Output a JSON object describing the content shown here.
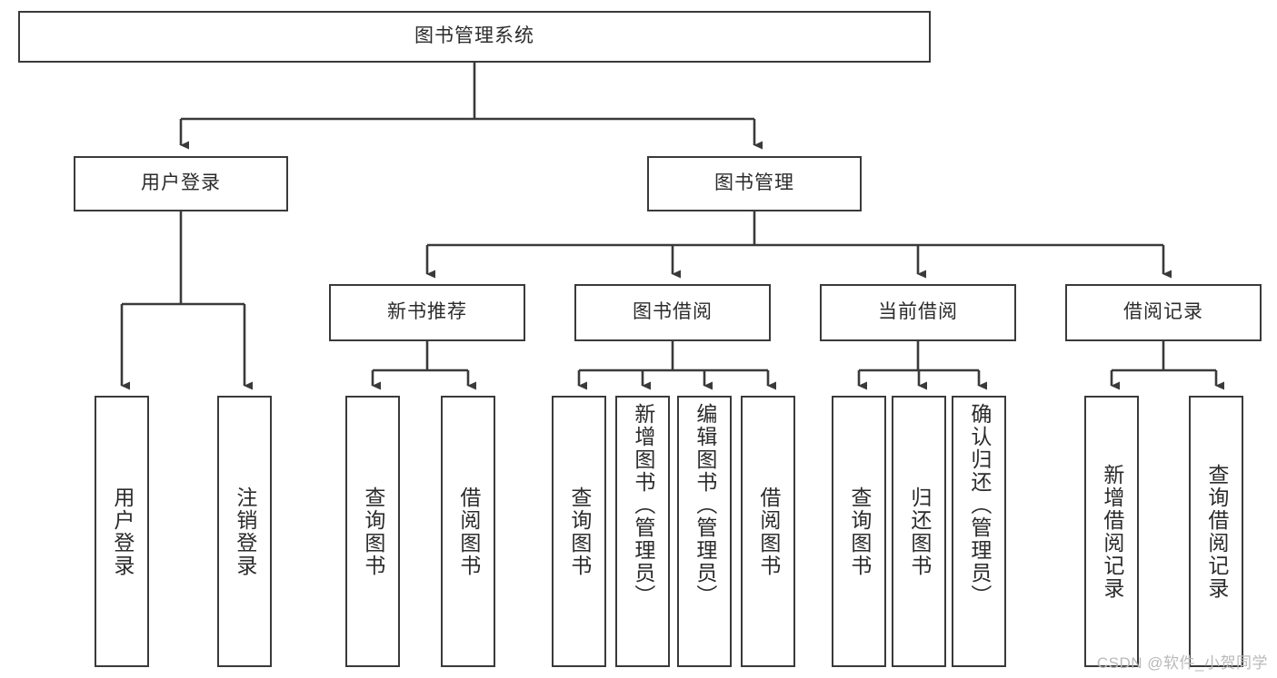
{
  "diagram": {
    "title": "图书管理系统",
    "type": "tree-hierarchy",
    "root": {
      "label": "图书管理系统"
    },
    "level1": [
      {
        "label": "用户登录"
      },
      {
        "label": "图书管理"
      }
    ],
    "level2": [
      {
        "label": "新书推荐",
        "parent": "图书管理"
      },
      {
        "label": "图书借阅",
        "parent": "图书管理"
      },
      {
        "label": "当前借阅",
        "parent": "图书管理"
      },
      {
        "label": "借阅记录",
        "parent": "图书管理"
      }
    ],
    "leaves": {
      "user_login": [
        {
          "label": "用户登录"
        },
        {
          "label": "注销登录"
        }
      ],
      "new_book_recommend": [
        {
          "label": "查询图书"
        },
        {
          "label": "借阅图书"
        }
      ],
      "book_borrow": [
        {
          "label": "查询图书"
        },
        {
          "label": "新增图书（管理员）"
        },
        {
          "label": "编辑图书（管理员）"
        },
        {
          "label": "借阅图书"
        }
      ],
      "current_borrow": [
        {
          "label": "查询图书"
        },
        {
          "label": "归还图书"
        },
        {
          "label": "确认归还（管理员）"
        }
      ],
      "borrow_records": [
        {
          "label": "新增借阅记录"
        },
        {
          "label": "查询借阅记录"
        }
      ]
    }
  },
  "watermark": {
    "text": "CSDN @软件_小贺同学"
  },
  "colors": {
    "border": "#3a3a3a",
    "text": "#2b2b2b",
    "background": "#ffffff",
    "watermark": "#b9b9b9"
  }
}
